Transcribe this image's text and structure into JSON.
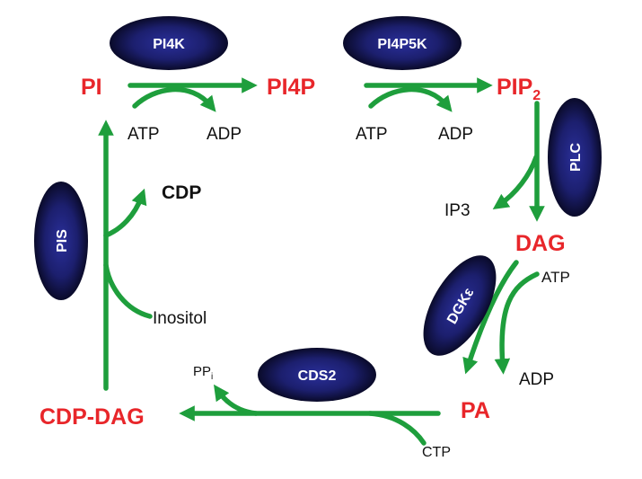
{
  "colors": {
    "arrow": "#1e9e3c",
    "metabolite": "#e8262a",
    "cofactor": "#111111",
    "enzyme_text": "#ffffff",
    "enzyme_core": "#2a2f9a",
    "enzyme_edge": "#050518"
  },
  "metabolites": {
    "pi": "PI",
    "pi4p": "PI4P",
    "pip2": "PIP",
    "pip2_sub": "2",
    "dag": "DAG",
    "pa": "PA",
    "cdp_dag": "CDP-DAG"
  },
  "cofactors": {
    "atp1": "ATP",
    "adp1": "ADP",
    "atp2": "ATP",
    "adp2": "ADP",
    "ip3": "IP3",
    "atp3": "ATP",
    "adp3": "ADP",
    "ppi": "PP",
    "ppi_sub": "i",
    "ctp": "CTP",
    "inositol": "Inositol",
    "cdp": "CDP"
  },
  "enzymes": {
    "pi4k": "PI4K",
    "pi4p5k": "PI4P5K",
    "plc": "PLC",
    "dgke": "DGKε",
    "cds2": "CDS2",
    "pis": "PIS"
  }
}
